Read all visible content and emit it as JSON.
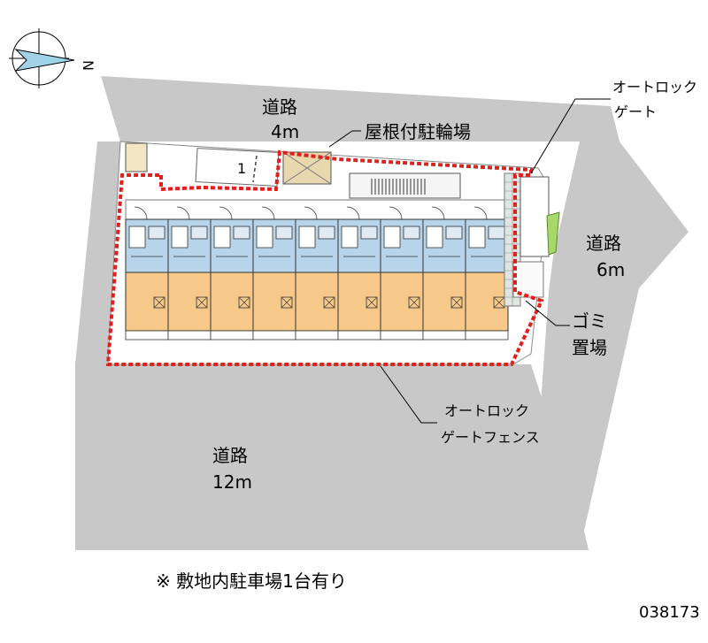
{
  "compass": {
    "north_letter": "N"
  },
  "roads": {
    "north": {
      "name": "道路",
      "width": "4m"
    },
    "east": {
      "name": "道路",
      "width": "6m"
    },
    "south": {
      "name": "道路",
      "width": "12m"
    }
  },
  "labels": {
    "bike_parking": "屋根付駐輪場",
    "autolock_gate_line1": "オートロック",
    "autolock_gate_line2": "ゲート",
    "garbage_line1": "ゴミ",
    "garbage_line2": "置場",
    "fence_line1": "オートロック",
    "fence_line2": "ゲートフェンス",
    "parking_number": "1"
  },
  "footer": {
    "note": "※ 敷地内駐車場1台有り",
    "code": "038173"
  },
  "colors": {
    "road": "#c8c8c8",
    "fence": "#e0201c",
    "unit_blue": "#b8d4ea",
    "unit_orange": "#f6c98a",
    "planting": "#a6d86a"
  }
}
